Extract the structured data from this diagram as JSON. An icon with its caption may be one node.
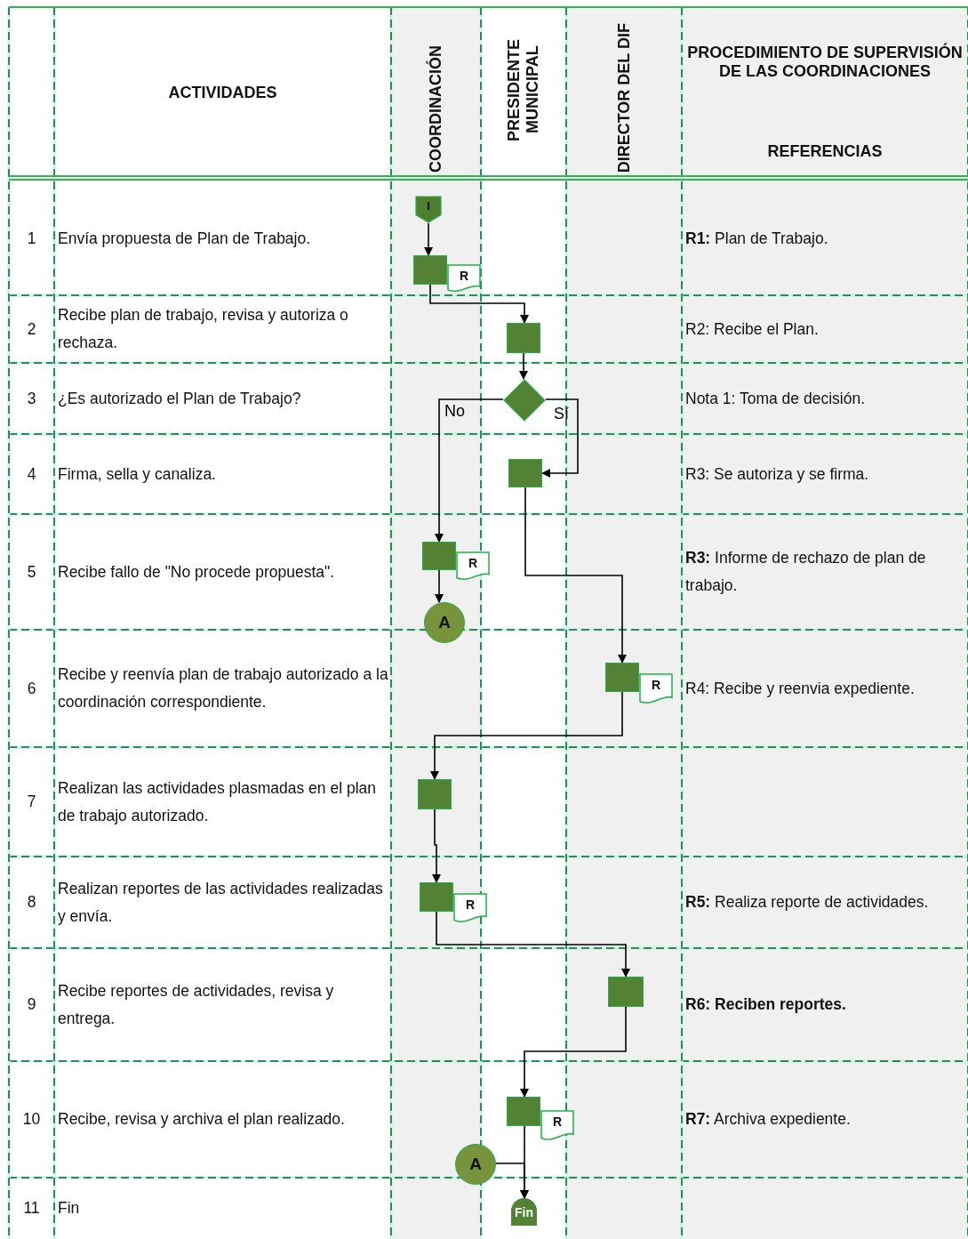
{
  "diagram": {
    "nodes": [
      {
        "text": [
          "I"
        ]
      },
      {
        "text": [],
        "shape": "box"
      },
      {
        "text": [
          "R"
        ]
      },
      {
        "text": [],
        "shape": "box"
      },
      {
        "text": [],
        "shape": "diamond"
      },
      {
        "text": [],
        "shape": "box"
      },
      {
        "text": [],
        "shape": "box"
      },
      {
        "text": [
          "R"
        ]
      },
      {
        "text": [
          "A"
        ]
      },
      {
        "text": [],
        "shape": "box"
      },
      {
        "text": [
          "R"
        ]
      },
      {
        "text": [],
        "shape": "box"
      },
      {
        "text": [],
        "shape": "box"
      },
      {
        "text": [
          "R"
        ]
      },
      {
        "text": [],
        "shape": "box"
      },
      {
        "text": [],
        "shape": "box"
      },
      {
        "text": [
          "R"
        ]
      },
      {
        "text": [
          "A"
        ]
      },
      {
        "text": [
          "Fin"
        ]
      }
    ],
    "edges": [
      {
        "from": 0,
        "to": 1,
        "arrow": "to"
      },
      {
        "from": 1,
        "to": 3,
        "arrow": "to"
      },
      {
        "from": 3,
        "to": 4,
        "arrow": "to"
      },
      {
        "from": 4,
        "to": 6,
        "arrow": "to",
        "label": "No"
      },
      {
        "from": 4,
        "to": 5,
        "arrow": "to",
        "label": "Sí"
      },
      {
        "from": 6,
        "to": 8,
        "arrow": "to"
      },
      {
        "from": 5,
        "to": 9,
        "arrow": "to"
      },
      {
        "from": 9,
        "to": 11,
        "arrow": "to"
      },
      {
        "from": 11,
        "to": 12,
        "arrow": "to"
      },
      {
        "from": 12,
        "to": 14,
        "arrow": "to"
      },
      {
        "from": 14,
        "to": 15,
        "arrow": "to"
      },
      {
        "from": 15,
        "to": 18,
        "arrow": "to"
      },
      {
        "from": 17,
        "to": 18,
        "arrow": "to"
      }
    ],
    "labels": [
      "ACTIVIDADES",
      "COORDINACIÓN",
      "PRESIDENTE MUNICIPAL",
      "DIRECTOR DEL DIF",
      "PROCEDIMIENTO DE SUPERVISIÓN DE LAS COORDINACIONES",
      "REFERENCIAS",
      "1",
      "Envía propuesta de Plan de Trabajo.",
      "**R1:** Plan de Trabajo.",
      "2",
      "Recibe plan de trabajo, revisa y autoriza o rechaza.",
      "R2: Recibe el Plan.",
      "3",
      "¿Es autorizado el Plan de Trabajo?",
      "Nota 1: Toma de decisión.",
      "4",
      "Firma, sella y canaliza.",
      "R3: Se autoriza y se firma.",
      "5",
      "Recibe fallo de \"No procede propuesta\".",
      "**R3:** Informe de rechazo de plan de trabajo.",
      "6",
      "Recibe y reenvía plan de trabajo autorizado a la coordinación correspondiente.",
      "R4: Recibe y reenvia expediente.",
      "7",
      "Realizan las actividades plasmadas en el plan de trabajo autorizado.",
      "8",
      "Realizan reportes de las actividades realizadas y envía.",
      "**R5:** Realiza reporte de actividades.",
      "9",
      "Recibe reportes de actividades, revisa y entrega.",
      "R6: Reciben reportes.",
      "10",
      "Recibe, revisa y archiva el plan realizado.",
      "**R7:** Archiva expediente.",
      "11",
      "Fin"
    ]
  }
}
